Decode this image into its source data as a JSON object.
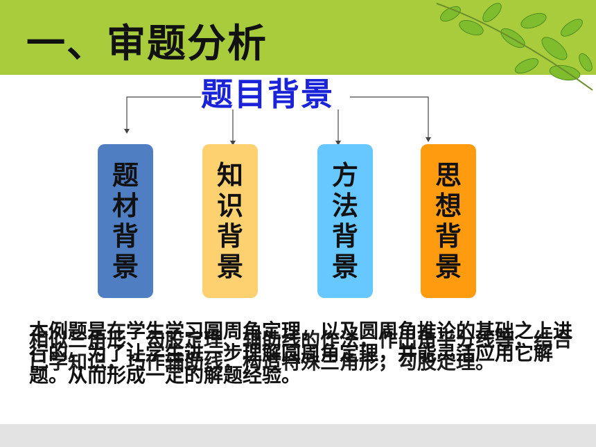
{
  "slide": {
    "title": "一、审题分析",
    "center_heading": "题目背景",
    "cards": [
      {
        "text": "题材背景",
        "color": "#4f7ec3"
      },
      {
        "text": "知识背景",
        "color": "#fdd16f"
      },
      {
        "text": "方法背景",
        "color": "#66c8ff"
      },
      {
        "text": "思想背景",
        "color": "#ff9b0f"
      }
    ],
    "paragraph_1": "本例题是在学生学习圆周角定理，以及圆周角推论的基础之上进行的，为了让学生进一步理解圆周角定理，并能灵活应用它解题。从而形成一定的解题经验。",
    "paragraph_2": "相似三角形、勾股定理、辅助线的作法，作出角平分线等，结合已学知识，巧作辅助线，构造特殊三角形，勾股定理。"
  },
  "colors": {
    "topbar": "#a8cc3c",
    "heading": "#1a23d8",
    "bottombar": "#e3e3e3"
  }
}
